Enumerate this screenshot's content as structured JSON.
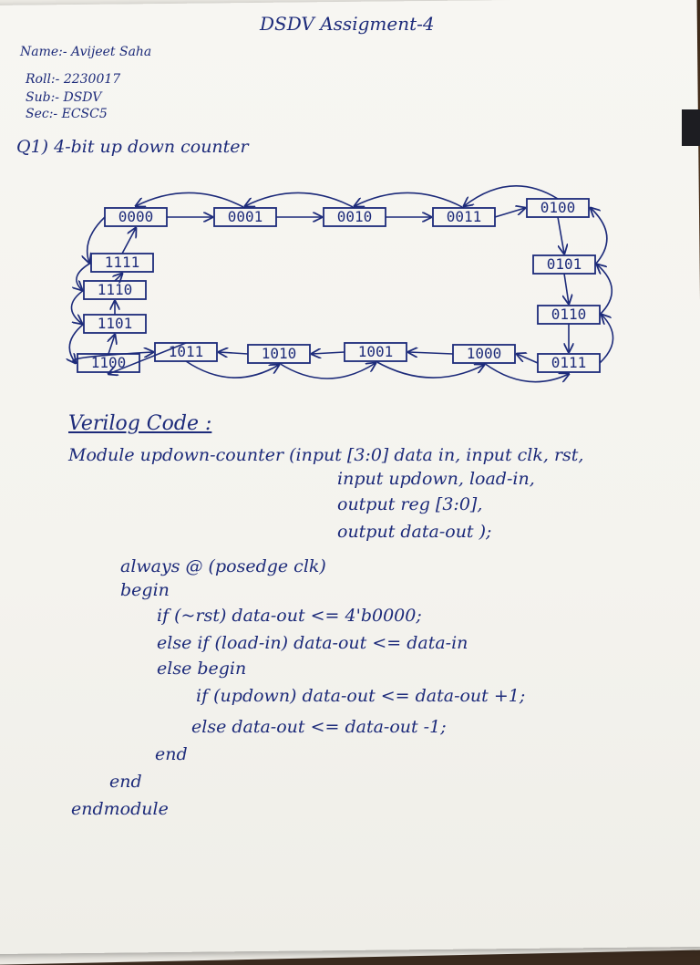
{
  "title": "DSDV Assigment-4",
  "header": {
    "name": "Name:- Avijeet Saha",
    "roll": "Roll:- 2230017",
    "sub": "Sub:- DSDV",
    "sec": "Sec:- ECSC5"
  },
  "question": "Q1) 4-bit up down counter",
  "states": [
    "0000",
    "0001",
    "0010",
    "0011",
    "0100",
    "0101",
    "0110",
    "0111",
    "1000",
    "1001",
    "1010",
    "1011",
    "1100",
    "1101",
    "1110",
    "1111"
  ],
  "code_label": "Verilog Code :",
  "code_lines": [
    "Module updown-counter (input [3:0] data in, input clk, rst,",
    "input updown, load-in,",
    "output reg [3:0],",
    "output data-out );",
    "always @ (posedge clk)",
    "begin",
    "if (~rst) data-out <= 4'b0000;",
    "else if (load-in) data-out <= data-in",
    "else begin",
    "if (updown) data-out <= data-out +1;",
    "else data-out <= data-out -1;",
    "end",
    "end",
    "endmodule"
  ]
}
